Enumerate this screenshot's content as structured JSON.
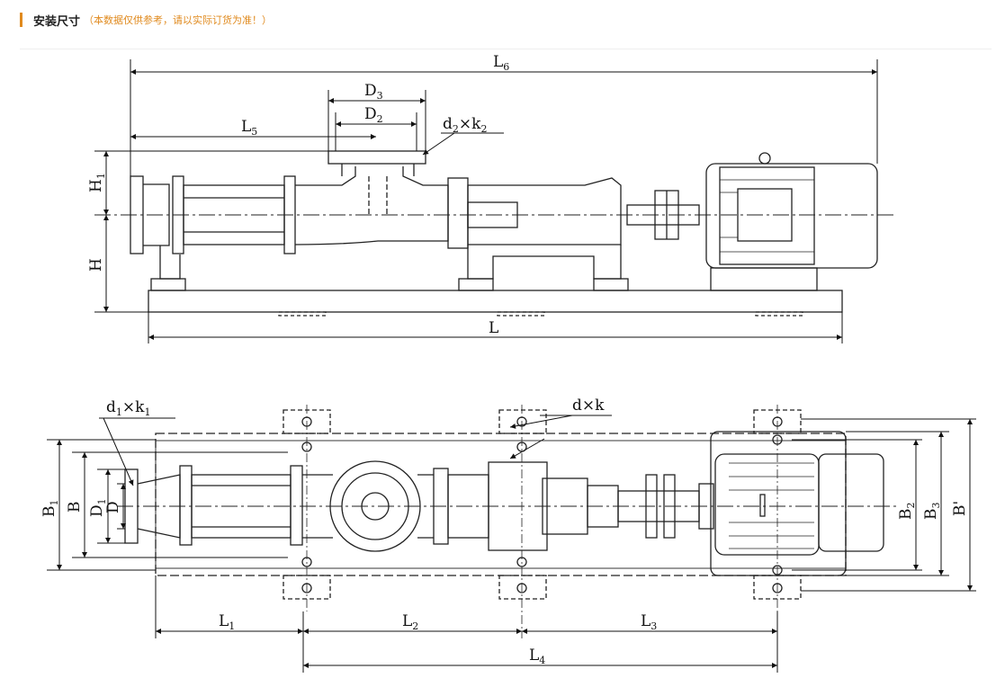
{
  "header": {
    "title": "安装尺寸",
    "note": "（本数据仅供参考，请以实际订货为准！）",
    "accent_color": "#e08a1e"
  },
  "side_view_labels": {
    "L6": {
      "main": "L",
      "sub": "6"
    },
    "L5": {
      "main": "L",
      "sub": "5"
    },
    "D3": {
      "main": "D",
      "sub": "3"
    },
    "D2": {
      "main": "D",
      "sub": "2"
    },
    "d2k2": {
      "main": "d",
      "sub": "2",
      "main2": "×k",
      "sub2": "2"
    },
    "H1": {
      "main": "H",
      "sub": "1"
    },
    "H": {
      "main": "H"
    },
    "L": {
      "main": "L"
    }
  },
  "top_view_labels": {
    "d1k1": {
      "main": "d",
      "sub": "1",
      "main2": "×k",
      "sub2": "1"
    },
    "dk": {
      "main": "d×k"
    },
    "B1": {
      "main": "B",
      "sub": "1"
    },
    "B": {
      "main": "B"
    },
    "D1": {
      "main": "D",
      "sub": "1"
    },
    "D": {
      "main": "D"
    },
    "B2": {
      "main": "B",
      "sub": "2"
    },
    "B3": {
      "main": "B",
      "sub": "3"
    },
    "Bp": {
      "main": "B'"
    },
    "L1": {
      "main": "L",
      "sub": "1"
    },
    "L2": {
      "main": "L",
      "sub": "2"
    },
    "L3": {
      "main": "L",
      "sub": "3"
    },
    "L4": {
      "main": "L",
      "sub": "4"
    }
  }
}
